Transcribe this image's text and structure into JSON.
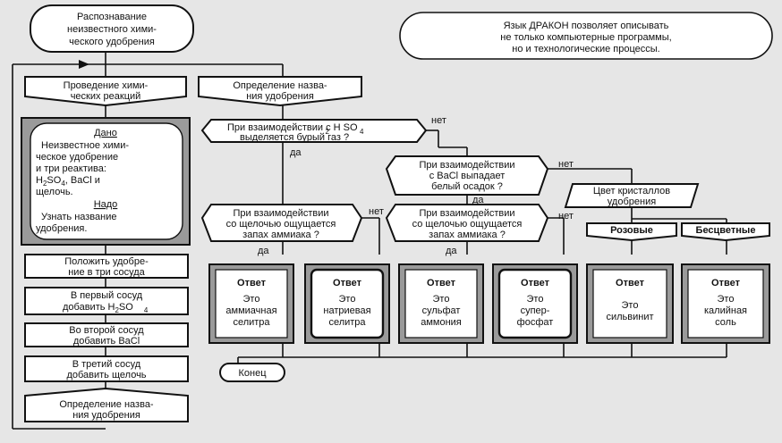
{
  "start": {
    "lines": [
      "Распознавание",
      "неизвестного хими-",
      "ческого удобрения"
    ]
  },
  "note": {
    "lines": [
      "Язык ДРАКОН позволяет описывать",
      "не только компьютерные программы,",
      "но и технологические процессы."
    ]
  },
  "branch1": {
    "lines": [
      "Проведение хими-",
      "ческих реакций"
    ]
  },
  "branch2": {
    "lines": [
      "Определение назва-",
      "ния удобрения"
    ]
  },
  "given": {
    "title": "Дано",
    "lines": [
      "Неизвестное хими-",
      "ческое удобрение",
      "и три реактива:"
    ],
    "formula_h2so4": {
      "h": "H",
      "sub2": "2",
      "so": "SO",
      "sub4": "4"
    },
    "bacl": ", BaCl и",
    "last": "щелочь.",
    "title2": "Надо",
    "lines2": [
      "Узнать название",
      "удобрения."
    ]
  },
  "steps": [
    {
      "lines": [
        "Положить удобре-",
        "ние в три сосуда"
      ]
    },
    {
      "lines": [
        "В первый сосуд"
      ],
      "formula": {
        "pre": "добавить H",
        "sub2": "2",
        "mid": "SO",
        "sub4": "4"
      }
    },
    {
      "lines": [
        "Во второй сосуд",
        "добавить BaCl"
      ]
    },
    {
      "lines": [
        "В третий сосуд",
        "добавить щелочь"
      ]
    },
    {
      "lines": [
        "Определение назва-",
        "ния удобрения"
      ]
    }
  ],
  "q1": {
    "line1": "При взаимодействии с H SO",
    "sub2": "2",
    "sub4": "4",
    "line2": "выделяется бурый газ ?"
  },
  "q2": {
    "lines": [
      "При взаимодействии",
      "с BaCl выпадает",
      "белый осадок ?"
    ]
  },
  "q3": {
    "lines": [
      "При взаимодействии",
      "со щелочью ощущается",
      "запах аммиака ?"
    ]
  },
  "q4": {
    "lines": [
      "При взаимодействии",
      "со щелочью ощущается",
      "запах аммиака ?"
    ]
  },
  "color_q": {
    "lines": [
      "Цвет кристаллов",
      "удобрения"
    ]
  },
  "case_pink": "Розовые",
  "case_colorless": "Бесцветные",
  "labels": {
    "yes": "да",
    "no": "нет"
  },
  "answers": [
    {
      "title": "Ответ",
      "lines": [
        "Это",
        "аммиачная",
        "селитра"
      ]
    },
    {
      "title": "Ответ",
      "lines": [
        "Это",
        "натриевая",
        "селитра"
      ]
    },
    {
      "title": "Ответ",
      "lines": [
        "Это",
        "сульфат",
        "аммония"
      ]
    },
    {
      "title": "Ответ",
      "lines": [
        "Это",
        "супер-",
        "фосфат"
      ]
    },
    {
      "title": "Ответ",
      "lines": [
        "Это",
        "сильвинит"
      ]
    },
    {
      "title": "Ответ",
      "lines": [
        "Это",
        "калийная",
        "соль"
      ]
    }
  ],
  "end": "Конец"
}
